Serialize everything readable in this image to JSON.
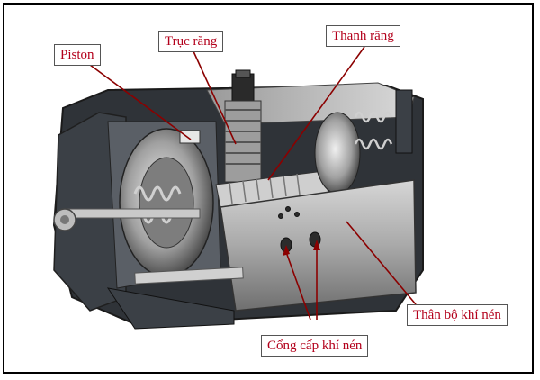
{
  "labels": {
    "piston": "Piston",
    "truc_rang": "Trục răng",
    "thanh_rang": "Thanh răng",
    "than_bo": "Thân bộ khí nén",
    "cong_cap": "Cổng cấp khí nén"
  },
  "colors": {
    "label_text": "#b3001b",
    "leader": "#8b0000",
    "body_metal": "#b8b8b8",
    "housing_dark": "#2f3338"
  }
}
